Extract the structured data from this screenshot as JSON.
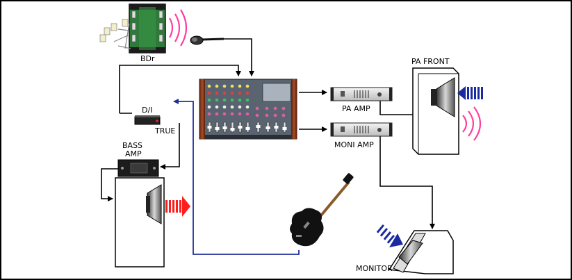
{
  "labels": {
    "bass_drum": "BDr",
    "di_box": "D/I",
    "di_through": "TRUE",
    "bass_amp_line1": "BASS",
    "bass_amp_line2": "AMP",
    "pa_amp": "PA AMP",
    "moni_amp": "MONI AMP",
    "pa_front": "PA FRONT",
    "monitor": "MONITOR"
  },
  "colors": {
    "frame": "#000000",
    "signal_line": "#000000",
    "bass_cable": "#1f2f9a",
    "sound_waves": "#ff3fa0",
    "bass_amp_arrow": "#ff1e1e",
    "pa_arrow": "#1b2a9e",
    "monitor_arrow": "#1b2a9e",
    "drum_shell": "#2f7a3a",
    "mixer_wood": "#8b3a1a",
    "mixer_panel": "#5a6470"
  },
  "icons": {
    "bass_drum": "bass-drum-icon",
    "microphone": "microphone-icon",
    "mixer": "mixing-console-icon",
    "di_box": "di-box-icon",
    "bass_amp_head": "amp-head-icon",
    "bass_cabinet": "speaker-cabinet-icon",
    "bass_guitar": "bass-guitar-icon",
    "pa_amp": "power-amp-icon",
    "moni_amp": "power-amp-icon",
    "pa_speaker": "pa-speaker-icon",
    "monitor_wedge": "floor-monitor-icon"
  }
}
